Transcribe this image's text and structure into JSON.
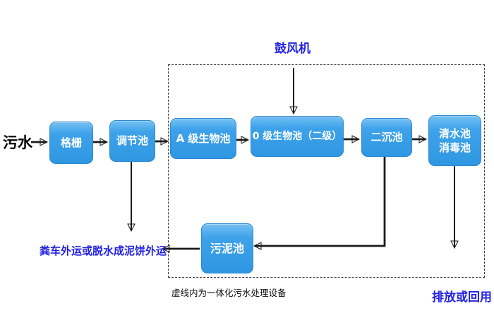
{
  "diagram_title": "integrated-wastewater-treatment-flowchart",
  "labels": {
    "influent": "污水",
    "blower": "鼓风机",
    "sludge_disposal": "粪车外运或脱水成泥饼外运",
    "dashed_box_caption": "虚线内为一体化污水处理设备",
    "discharge": "排放或回用"
  },
  "nodes": {
    "grille": {
      "label": "格栅"
    },
    "regulating_tank": {
      "label": "调节池"
    },
    "a_bio_tank": {
      "label": "A 级生物池"
    },
    "o_bio_tank": {
      "label": "0 级生物池（二级）"
    },
    "secondary_sedimentation_tank": {
      "label": "二沉池"
    },
    "clear_water_tank": {
      "lines": [
        "清水池",
        "消毒池"
      ]
    },
    "sludge_tank": {
      "label": "污泥池"
    }
  },
  "colors": {
    "box_fill_top": "#74c0f2",
    "box_fill": "#3ea2ea",
    "box_fill_bottom": "#2f97e2",
    "box_border": "#2d86d0",
    "box_text": "#ffffff",
    "blue_label": "#2222e2",
    "arrow": "#1a1a1a"
  }
}
